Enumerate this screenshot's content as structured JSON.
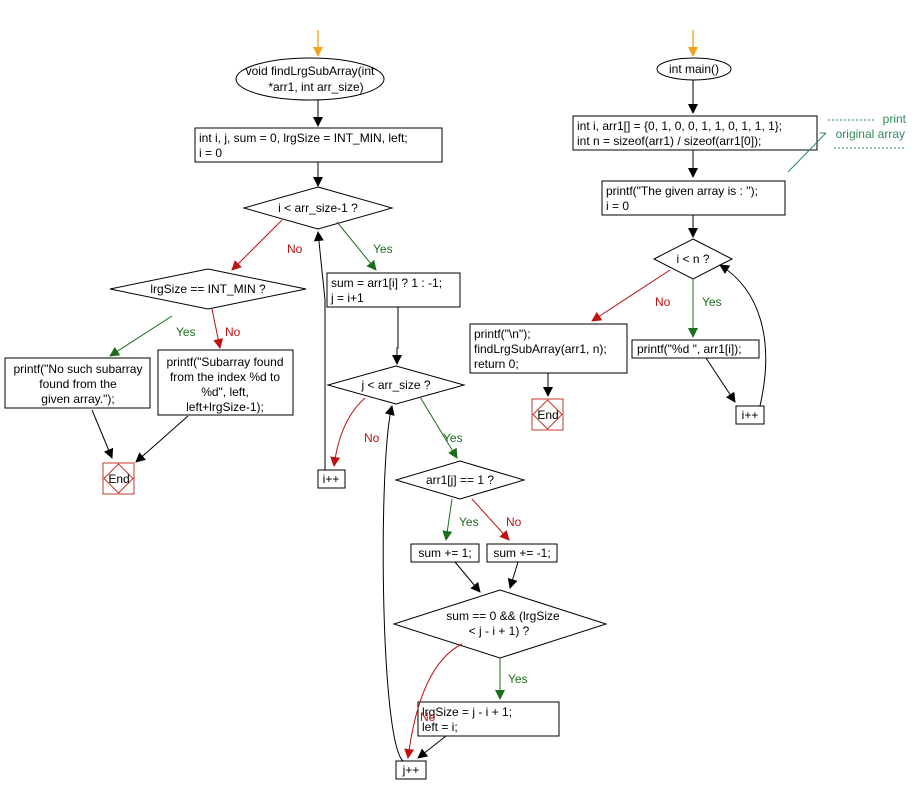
{
  "left_flow": {
    "start": [
      "void findLrgSubArray(int",
      "*arr1, int arr_size)"
    ],
    "init": [
      "int i, j, sum = 0, lrgSize = INT_MIN, left;",
      "i = 0"
    ],
    "cond_i": "i < arr_size-1 ?",
    "cond_lrg": "lrgSize == INT_MIN ?",
    "print_none": [
      "printf(\"No such subarray",
      "found from the",
      "given array.\");"
    ],
    "print_found": [
      "printf(\"Subarray found",
      "from the index %d to",
      "%d\", left,",
      "left+lrgSize-1);"
    ],
    "end": "End"
  },
  "middle_flow": {
    "sum_init": [
      "sum = arr1[i] ? 1 : -1;",
      "j = i+1"
    ],
    "cond_j": "j < arr_size ?",
    "cond_arr": "arr1[j] == 1 ?",
    "sum_plus": "sum += 1;",
    "sum_minus": "sum += -1;",
    "cond_sum": [
      "sum == 0 && (lrgSize",
      "< j - i + 1) ?"
    ],
    "update": [
      "lrgSize = j - i + 1;",
      "left = i;"
    ],
    "i_inc": "i++",
    "j_inc": "j++"
  },
  "main_flow": {
    "start": "int main()",
    "decl": [
      "int i, arr1[] = {0, 1, 0, 0, 1, 1, 0, 1, 1, 1};",
      "int n = sizeof(arr1) / sizeof(arr1[0]);"
    ],
    "note": [
      "print",
      "original array"
    ],
    "print_given": [
      "printf(\"The given array is :  \");",
      "i = 0"
    ],
    "cond_n": "i < n ?",
    "call": [
      "printf(\"\\n\");",
      "findLrgSubArray(arr1, n);",
      "return 0;"
    ],
    "print_elem": "printf(\"%d  \", arr1[i]);",
    "i_inc": "i++",
    "end": "End"
  },
  "branch_labels": {
    "yes": "Yes",
    "no": "No"
  },
  "colors": {
    "yes": "#1b6e1b",
    "no": "#c01010",
    "start_arrow": "#f2a21b",
    "end_box": "#c0392b",
    "note": "#2e8b57"
  }
}
